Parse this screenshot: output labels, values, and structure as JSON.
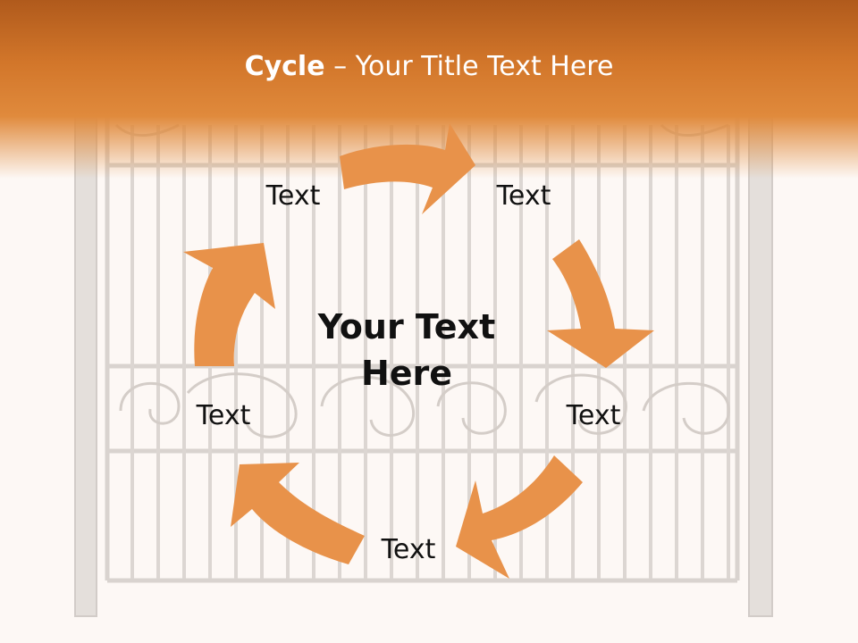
{
  "title": {
    "bold": "Cycle",
    "separator": " – ",
    "rest": "Your Title Text Here"
  },
  "center_text": "Your Text Here",
  "nodes": [
    {
      "id": "top-left",
      "label": "Text"
    },
    {
      "id": "top-right",
      "label": "Text"
    },
    {
      "id": "right",
      "label": "Text"
    },
    {
      "id": "bottom",
      "label": "Text"
    },
    {
      "id": "left",
      "label": "Text"
    }
  ],
  "colors": {
    "header_dark": "#b05a1c",
    "header_accent": "#e08a3c",
    "arrow": "#e8924a",
    "background": "#fdf8f5",
    "gate": "#d6d0cc"
  },
  "background_image": "wrought-iron-gate"
}
